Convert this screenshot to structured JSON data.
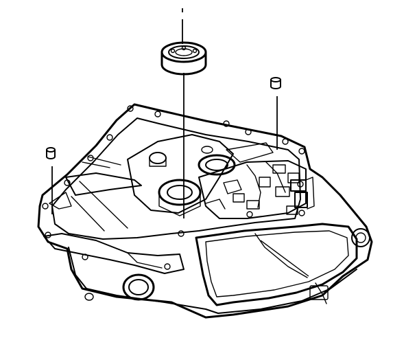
{
  "diagram": {
    "kind": "exploded-view-line-art",
    "colors": {
      "ink": "#000000",
      "paper": "#ffffff"
    },
    "parts": [
      "case-housing",
      "bearing",
      "plug-right",
      "plug-left",
      "valve-body-cover"
    ]
  }
}
